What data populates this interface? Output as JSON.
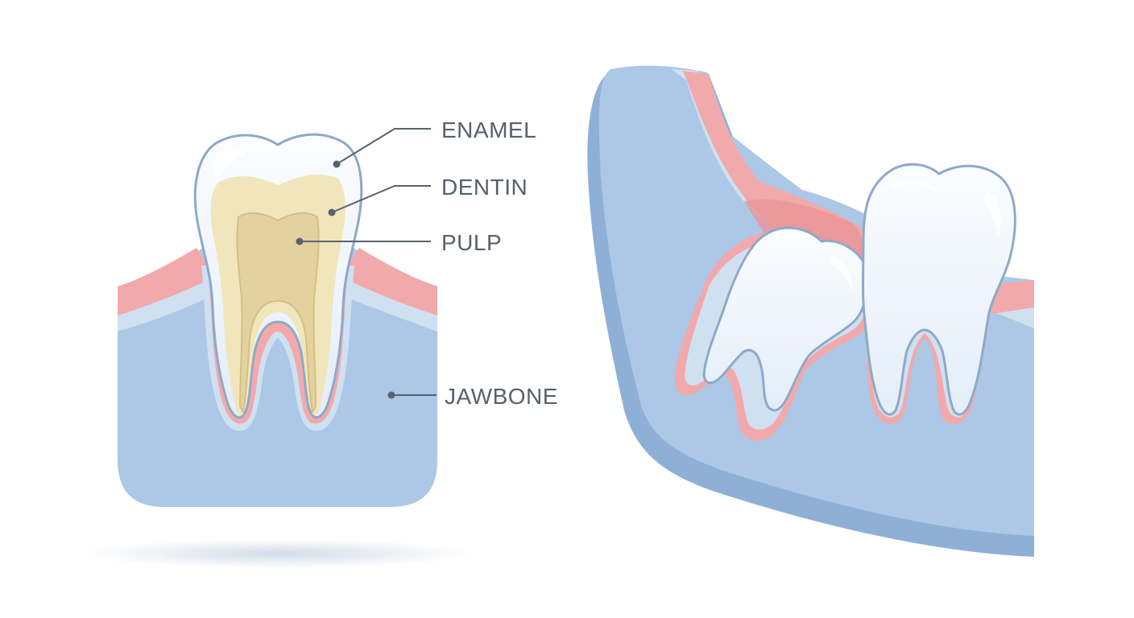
{
  "labels": {
    "enamel": "ENAMEL",
    "dentin": "DENTIN",
    "pulp": "PULP",
    "jawbone": "JAWBONE"
  },
  "colors": {
    "bone": "#acc8e6",
    "bone_light": "#cfe0f1",
    "bone_dark": "#8fb0d6",
    "gum": "#f2a9ab",
    "gum_light": "#f6c5c6",
    "enamel": "#eef4fb",
    "enamel_outline": "#8ea9c9",
    "dentin": "#f1e6bb",
    "pulp": "#e3d2a0",
    "leader_line": "#5a6272",
    "text": "#58606e"
  }
}
